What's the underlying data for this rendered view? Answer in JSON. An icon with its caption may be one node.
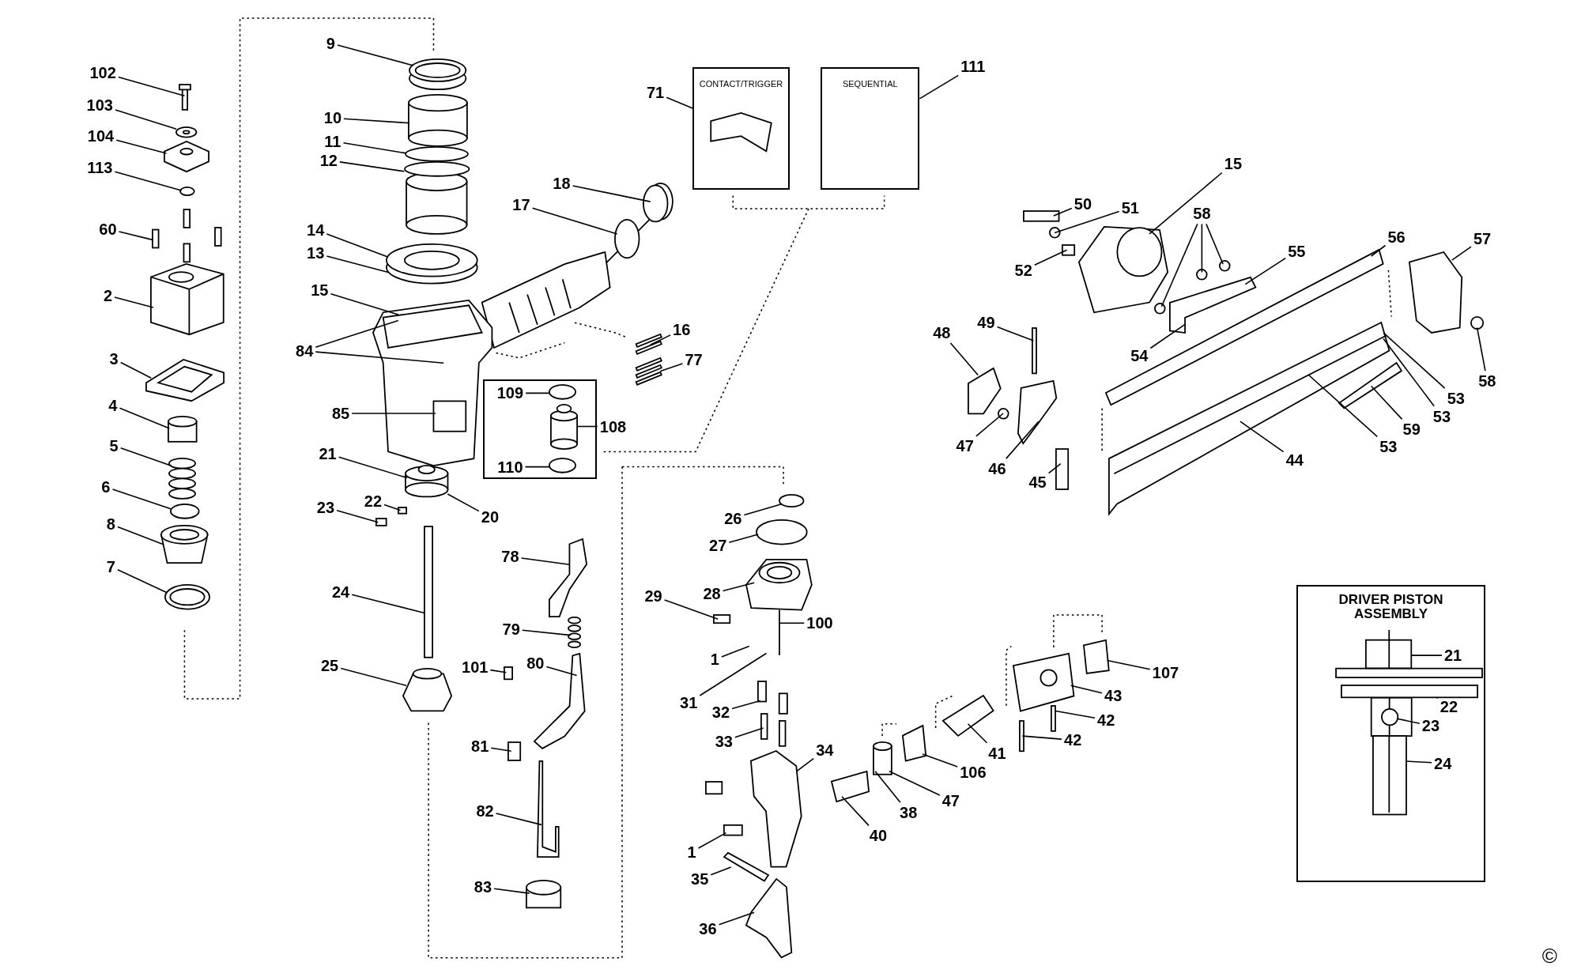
{
  "diagram": {
    "nodes": [
      {
        "text": [
          "102"
        ]
      },
      {
        "text": [
          "103"
        ]
      },
      {
        "text": [
          "104"
        ]
      },
      {
        "text": [
          "113"
        ]
      },
      {
        "text": [
          "60"
        ]
      },
      {
        "text": [
          "2"
        ]
      },
      {
        "text": [
          "3"
        ]
      },
      {
        "text": [
          "4"
        ]
      },
      {
        "text": [
          "5"
        ]
      },
      {
        "text": [
          "6"
        ]
      },
      {
        "text": [
          "8"
        ]
      },
      {
        "text": [
          "7"
        ]
      },
      {
        "text": [
          "9"
        ]
      },
      {
        "text": [
          "10"
        ]
      },
      {
        "text": [
          "11"
        ]
      },
      {
        "text": [
          "12"
        ]
      },
      {
        "text": [
          "14"
        ]
      },
      {
        "text": [
          "13"
        ]
      },
      {
        "text": [
          "15"
        ]
      },
      {
        "text": [
          "84"
        ]
      },
      {
        "text": [
          "85"
        ]
      },
      {
        "text": [
          "21"
        ]
      },
      {
        "text": [
          "22"
        ]
      },
      {
        "text": [
          "23"
        ]
      },
      {
        "text": [
          "20"
        ]
      },
      {
        "text": [
          "24"
        ]
      },
      {
        "text": [
          "25"
        ]
      },
      {
        "text": [
          "18"
        ]
      },
      {
        "text": [
          "17"
        ]
      },
      {
        "text": [
          "16"
        ]
      },
      {
        "text": [
          "77"
        ]
      },
      {
        "text": [
          "71"
        ]
      },
      {
        "text": [
          "CONTACT/TRIGGER"
        ]
      },
      {
        "text": [
          "SEQUENTIAL"
        ]
      },
      {
        "text": [
          "111"
        ]
      },
      {
        "text": [],
        "shape": "box"
      },
      {
        "text": [
          "109"
        ],
        "in": 35
      },
      {
        "text": [
          "110"
        ],
        "in": 35
      },
      {
        "text": [
          "108"
        ]
      },
      {
        "text": [
          "78"
        ]
      },
      {
        "text": [
          "79"
        ]
      },
      {
        "text": [
          "101"
        ]
      },
      {
        "text": [
          "80"
        ]
      },
      {
        "text": [
          "81"
        ]
      },
      {
        "text": [
          "82"
        ]
      },
      {
        "text": [
          "83"
        ]
      },
      {
        "text": [
          "26"
        ]
      },
      {
        "text": [
          "27"
        ]
      },
      {
        "text": [
          "28"
        ]
      },
      {
        "text": [
          "29"
        ]
      },
      {
        "text": [
          "100"
        ]
      },
      {
        "text": [
          "1"
        ]
      },
      {
        "text": [
          "31"
        ]
      },
      {
        "text": [
          "32"
        ]
      },
      {
        "text": [
          "33"
        ]
      },
      {
        "text": [
          "34"
        ]
      },
      {
        "text": [
          "1"
        ]
      },
      {
        "text": [
          "35"
        ]
      },
      {
        "text": [
          "36"
        ]
      },
      {
        "text": [
          "40"
        ]
      },
      {
        "text": [
          "38"
        ]
      },
      {
        "text": [
          "47"
        ]
      },
      {
        "text": [
          "106"
        ]
      },
      {
        "text": [
          "41"
        ]
      },
      {
        "text": [
          "43"
        ]
      },
      {
        "text": [
          "42"
        ]
      },
      {
        "text": [
          "42"
        ]
      },
      {
        "text": [
          "107"
        ]
      },
      {
        "text": [
          "15"
        ]
      },
      {
        "text": [
          "50"
        ]
      },
      {
        "text": [
          "51"
        ]
      },
      {
        "text": [
          "52"
        ]
      },
      {
        "text": [
          "58"
        ]
      },
      {
        "text": [
          "55"
        ]
      },
      {
        "text": [
          "56"
        ]
      },
      {
        "text": [
          "57"
        ]
      },
      {
        "text": [
          "58"
        ]
      },
      {
        "text": [
          "54"
        ]
      },
      {
        "text": [
          "49"
        ]
      },
      {
        "text": [
          "48"
        ]
      },
      {
        "text": [
          "47"
        ]
      },
      {
        "text": [
          "46"
        ]
      },
      {
        "text": [
          "45"
        ]
      },
      {
        "text": [
          "44"
        ]
      },
      {
        "text": [
          "53"
        ]
      },
      {
        "text": [
          "53"
        ]
      },
      {
        "text": [
          "53"
        ]
      },
      {
        "text": [
          "59"
        ]
      },
      {
        "text": [
          "DRIVER PISTON ASSEMBLY"
        ]
      },
      {
        "text": [
          "21"
        ],
        "in": 88
      },
      {
        "text": [
          "22"
        ],
        "in": 88
      },
      {
        "text": [
          "23"
        ],
        "in": 88
      },
      {
        "text": [
          "24"
        ],
        "in": 88
      },
      {
        "text": [],
        "shape": "bar"
      },
      {
        "text": [],
        "shape": "circle"
      },
      {
        "text": [],
        "shape": "picture"
      },
      {
        "text": [],
        "shape": "circle"
      },
      {
        "text": [],
        "shape": "bar"
      },
      {
        "text": [],
        "shape": "picture"
      },
      {
        "text": [],
        "shape": "picture"
      },
      {
        "text": [],
        "shape": "cylinder"
      },
      {
        "text": [],
        "shape": "picture"
      },
      {
        "text": [],
        "shape": "circle"
      },
      {
        "text": [],
        "shape": "cylinder"
      },
      {
        "text": [],
        "shape": "circle"
      },
      {
        "text": [],
        "shape": "circle"
      },
      {
        "text": [],
        "shape": "cylinder"
      },
      {
        "text": [],
        "shape": "circle"
      },
      {
        "text": [],
        "shape": "circle"
      },
      {
        "text": [],
        "shape": "circle"
      },
      {
        "text": [],
        "shape": "picture"
      },
      {
        "text": [],
        "shape": "cylinder"
      },
      {
        "text": [],
        "shape": "box"
      },
      {
        "text": [],
        "shape": "box"
      },
      {
        "text": [],
        "shape": "bar"
      },
      {
        "text": [],
        "shape": "cylinder"
      },
      {
        "text": [],
        "shape": "circle"
      },
      {
        "text": [],
        "shape": "circle"
      },
      {
        "text": [],
        "shape": "bar"
      },
      {
        "text": [],
        "shape": "bar"
      },
      {
        "text": [],
        "shape": "circle",
        "in": 35
      },
      {
        "text": [],
        "shape": "cylinder",
        "in": 35
      },
      {
        "text": [],
        "shape": "circle",
        "in": 35
      },
      {
        "text": [],
        "shape": "picture"
      },
      {
        "text": [],
        "shape": "picture"
      },
      {
        "text": [],
        "shape": "box"
      },
      {
        "text": [],
        "shape": "picture"
      },
      {
        "text": [],
        "shape": "box"
      },
      {
        "text": [],
        "shape": "picture"
      },
      {
        "text": [],
        "shape": "cylinder"
      },
      {
        "text": [],
        "shape": "circle"
      },
      {
        "text": [],
        "shape": "circle"
      },
      {
        "text": [],
        "shape": "picture"
      },
      {
        "text": [],
        "shape": "box"
      },
      {
        "text": [],
        "shape": "bar"
      },
      {
        "text": [],
        "shape": "bar"
      },
      {
        "text": [],
        "shape": "picture"
      },
      {
        "text": [],
        "shape": "box"
      },
      {
        "text": [],
        "shape": "bar"
      },
      {
        "text": [],
        "shape": "picture"
      },
      {
        "text": [],
        "shape": "picture"
      },
      {
        "text": [],
        "shape": "cylinder"
      },
      {
        "text": [],
        "shape": "picture"
      },
      {
        "text": [],
        "shape": "picture"
      },
      {
        "text": [],
        "shape": "picture"
      },
      {
        "text": [],
        "shape": "bar"
      },
      {
        "text": [],
        "shape": "bar"
      },
      {
        "text": [],
        "shape": "box"
      },
      {
        "text": [],
        "shape": "picture"
      },
      {
        "text": [],
        "shape": "bar"
      },
      {
        "text": [],
        "shape": "circle"
      },
      {
        "text": [],
        "shape": "box"
      },
      {
        "text": [],
        "shape": "circle"
      },
      {
        "text": [],
        "shape": "circle"
      },
      {
        "text": [],
        "shape": "circle"
      },
      {
        "text": [],
        "shape": "picture"
      },
      {
        "text": [],
        "shape": "bar"
      },
      {
        "text": [],
        "shape": "picture"
      },
      {
        "text": [],
        "shape": "circle"
      },
      {
        "text": [],
        "shape": "bar"
      },
      {
        "text": [],
        "shape": "picture"
      },
      {
        "text": [],
        "shape": "circle"
      },
      {
        "text": [],
        "shape": "picture"
      },
      {
        "text": [],
        "shape": "bar"
      },
      {
        "text": [],
        "shape": "picture"
      },
      {
        "text": [],
        "shape": "bar"
      },
      {
        "text": [],
        "shape": "picture",
        "in": 88
      },
      {
        "text": [],
        "shape": "bar",
        "in": 88
      },
      {
        "text": [],
        "shape": "circle",
        "in": 88
      },
      {
        "text": [],
        "shape": "bar",
        "in": 88
      }
    ],
    "edges": [
      {
        "from": 0,
        "to": 93,
        "arrow": "none"
      },
      {
        "from": 1,
        "to": 94,
        "arrow": "none"
      },
      {
        "from": 2,
        "to": 95,
        "arrow": "none"
      },
      {
        "from": 3,
        "to": 96,
        "arrow": "none"
      },
      {
        "from": 4,
        "to": 97,
        "arrow": "none"
      },
      {
        "from": 5,
        "to": 98,
        "arrow": "none"
      },
      {
        "from": 6,
        "to": 99,
        "arrow": "none"
      },
      {
        "from": 7,
        "to": 100,
        "arrow": "none"
      },
      {
        "from": 8,
        "to": 101,
        "arrow": "none"
      },
      {
        "from": 9,
        "to": 102,
        "arrow": "none"
      },
      {
        "from": 10,
        "to": 103,
        "arrow": "none"
      },
      {
        "from": 11,
        "to": 104,
        "arrow": "none"
      },
      {
        "from": 12,
        "to": 105,
        "arrow": "none"
      },
      {
        "from": 13,
        "to": 106,
        "arrow": "none"
      },
      {
        "from": 14,
        "to": 107,
        "arrow": "none"
      },
      {
        "from": 15,
        "to": 108,
        "arrow": "none"
      },
      {
        "from": 16,
        "to": 109,
        "arrow": "none"
      },
      {
        "from": 17,
        "to": 109,
        "arrow": "none"
      },
      {
        "from": 18,
        "to": 110,
        "arrow": "none"
      },
      {
        "from": 19,
        "to": 110,
        "arrow": "none"
      },
      {
        "from": 19,
        "to": 110,
        "arrow": "none"
      },
      {
        "from": 20,
        "to": 110,
        "arrow": "none"
      },
      {
        "from": 21,
        "to": 111,
        "arrow": "none"
      },
      {
        "from": 22,
        "to": 112,
        "arrow": "none"
      },
      {
        "from": 23,
        "to": 113,
        "arrow": "none"
      },
      {
        "from": 24,
        "to": 111,
        "arrow": "none"
      },
      {
        "from": 25,
        "to": 114,
        "arrow": "none"
      },
      {
        "from": 26,
        "to": 115,
        "arrow": "none"
      },
      {
        "from": 27,
        "to": 116,
        "arrow": "none"
      },
      {
        "from": 28,
        "to": 117,
        "arrow": "none"
      },
      {
        "from": 29,
        "to": 118,
        "arrow": "none"
      },
      {
        "from": 30,
        "to": 119,
        "arrow": "none"
      },
      {
        "from": 31,
        "to": 32,
        "arrow": "none"
      },
      {
        "from": 34,
        "to": 33,
        "arrow": "none"
      },
      {
        "from": 36,
        "to": 120,
        "arrow": "none"
      },
      {
        "from": 37,
        "to": 122,
        "arrow": "none"
      },
      {
        "from": 38,
        "to": 121,
        "arrow": "none"
      },
      {
        "from": 39,
        "to": 123,
        "arrow": "none"
      },
      {
        "from": 40,
        "to": 124,
        "arrow": "none"
      },
      {
        "from": 41,
        "to": 125,
        "arrow": "none"
      },
      {
        "from": 42,
        "to": 126,
        "arrow": "none"
      },
      {
        "from": 43,
        "to": 127,
        "arrow": "none"
      },
      {
        "from": 44,
        "to": 128,
        "arrow": "none"
      },
      {
        "from": 45,
        "to": 129,
        "arrow": "none"
      },
      {
        "from": 46,
        "to": 130,
        "arrow": "none"
      },
      {
        "from": 47,
        "to": 131,
        "arrow": "none"
      },
      {
        "from": 48,
        "to": 132,
        "arrow": "none"
      },
      {
        "from": 49,
        "to": 133,
        "arrow": "none"
      },
      {
        "from": 50,
        "to": null,
        "arrow": "none"
      },
      {
        "from": 51,
        "to": null,
        "arrow": "none"
      },
      {
        "from": 52,
        "to": null,
        "arrow": "none"
      },
      {
        "from": 53,
        "to": 134,
        "arrow": "none"
      },
      {
        "from": 54,
        "to": 135,
        "arrow": "none"
      },
      {
        "from": 55,
        "to": 136,
        "arrow": "none"
      },
      {
        "from": 56,
        "to": 137,
        "arrow": "none"
      },
      {
        "from": 57,
        "to": 138,
        "arrow": "none"
      },
      {
        "from": 58,
        "to": 139,
        "arrow": "none"
      },
      {
        "from": 59,
        "to": 140,
        "arrow": "none"
      },
      {
        "from": 60,
        "to": 141,
        "arrow": "none"
      },
      {
        "from": 61,
        "to": 141,
        "arrow": "none"
      },
      {
        "from": 62,
        "to": 142,
        "arrow": "none"
      },
      {
        "from": 63,
        "to": 143,
        "arrow": "none"
      },
      {
        "from": 64,
        "to": 144,
        "arrow": "none"
      },
      {
        "from": 65,
        "to": 145,
        "arrow": "none"
      },
      {
        "from": 66,
        "to": 146,
        "arrow": "none"
      },
      {
        "from": 67,
        "to": 147,
        "arrow": "none"
      },
      {
        "from": 68,
        "to": 148,
        "arrow": "none"
      },
      {
        "from": 69,
        "to": 149,
        "arrow": "none"
      },
      {
        "from": 70,
        "to": 150,
        "arrow": "none"
      },
      {
        "from": 71,
        "to": 151,
        "arrow": "none"
      },
      {
        "from": 72,
        "to": 152,
        "arrow": "none"
      },
      {
        "from": 72,
        "to": 153,
        "arrow": "none"
      },
      {
        "from": 72,
        "to": 154,
        "arrow": "none"
      },
      {
        "from": 73,
        "to": 155,
        "arrow": "none"
      },
      {
        "from": 74,
        "to": 156,
        "arrow": "none"
      },
      {
        "from": 75,
        "to": 157,
        "arrow": "none"
      },
      {
        "from": 76,
        "to": 158,
        "arrow": "none"
      },
      {
        "from": 77,
        "to": 155,
        "arrow": "none"
      },
      {
        "from": 78,
        "to": 159,
        "arrow": "none"
      },
      {
        "from": 79,
        "to": 160,
        "arrow": "none"
      },
      {
        "from": 80,
        "to": 161,
        "arrow": "none"
      },
      {
        "from": 81,
        "to": 162,
        "arrow": "none"
      },
      {
        "from": 82,
        "to": 163,
        "arrow": "none"
      },
      {
        "from": 83,
        "to": 164,
        "arrow": "none"
      },
      {
        "from": 84,
        "to": 164,
        "arrow": "none"
      },
      {
        "from": 85,
        "to": 164,
        "arrow": "none"
      },
      {
        "from": 86,
        "to": 164,
        "arrow": "none"
      },
      {
        "from": 87,
        "to": 165,
        "arrow": "none"
      },
      {
        "from": 89,
        "to": 166,
        "arrow": "none"
      },
      {
        "from": 90,
        "to": 167,
        "arrow": "none"
      },
      {
        "from": 91,
        "to": 168,
        "arrow": "none"
      },
      {
        "from": 92,
        "to": 169,
        "arrow": "none"
      }
    ],
    "labels": [
      "©"
    ]
  }
}
